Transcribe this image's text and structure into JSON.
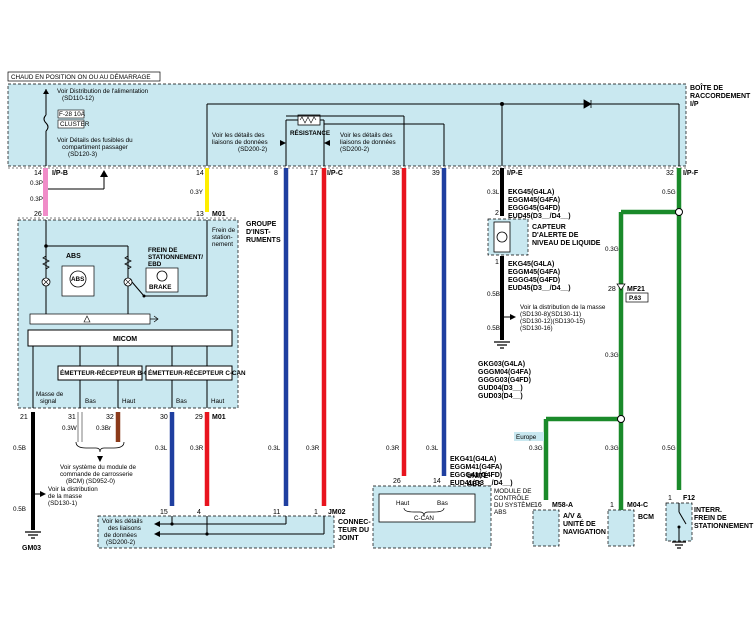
{
  "header": {
    "condition": "CHAUD EN POSITION ON OU AU DÉMARRAGE"
  },
  "junction_box": {
    "title_l1": "BOÎTE DE",
    "title_l2": "RACCORDEMENT",
    "title_l3": "I/P"
  },
  "ref_power": {
    "l1": "Voir Distribution de l'alimentation",
    "l2": "(SD110-12)"
  },
  "fuse": {
    "rating": "F-28 10A",
    "label": "CLUSTER"
  },
  "ref_fuses": {
    "l1": "Voir Détails des fusibles du",
    "l2": "compartiment passager",
    "l3": "(SD120-3)"
  },
  "ref_data_left": {
    "l1": "Voir les détails des",
    "l2": "liaisons de données",
    "l3": "(SD200-2)"
  },
  "ref_data_right": {
    "l1": "Voir les détails des",
    "l2": "liaisons de données",
    "l3": "(SD200-2)"
  },
  "resistance_label": "RÉSISTANCE",
  "connectors": {
    "ipb": "I/P-B",
    "ipe": "I/P-E",
    "ipf": "I/P-F",
    "ipc": "I/P-C",
    "m01": "M01",
    "m01b": "M01",
    "m02": "JM02",
    "mf21": "MF21",
    "p63": "P.63",
    "m58a": "M58-A",
    "m04c": "M04-C",
    "f12": "F12",
    "gm03": "GM03"
  },
  "pins": {
    "p14a": "14",
    "p14b": "14",
    "p8": "8",
    "p17": "17",
    "p38": "38",
    "p39": "39",
    "p20": "20",
    "p32a": "32",
    "p26": "26",
    "p13": "13",
    "p2": "2",
    "p1": "1",
    "p28": "28",
    "p21": "21",
    "p31": "31",
    "p32b": "32",
    "p30": "30",
    "p29": "29",
    "p15": "15",
    "p4": "4",
    "p11": "11",
    "p1b": "1",
    "p26b": "26",
    "p14c": "14",
    "p16": "16",
    "p1c": "1",
    "p1d": "1"
  },
  "wires": {
    "w03p_a": "0.3P",
    "w03p_b": "0.3P",
    "w03y": "0.3Y",
    "w03l_a": "0.3L",
    "w05b_a": "0.5B",
    "w05g_a": "0.5G",
    "w03g_a": "0.3G",
    "w03g_b": "0.3G",
    "w03g_c": "0.3G",
    "w03g_d": "0.3G",
    "w05b_b": "0.5B",
    "w05b_c": "0.5B",
    "w05b_d": "0.5B",
    "w03w": "0.3W",
    "w03br": "0.3Br",
    "w03l_b": "0.3L",
    "w03r_a": "0.3R",
    "w03l_c": "0.3L",
    "w03r_b": "0.3R",
    "w03r_c": "0.3R",
    "w03l_d": "0.3L",
    "w05g_b": "0.5G"
  },
  "cluster": {
    "title_l1": "GROUPE",
    "title_l2": "D'INST-",
    "title_l3": "RUMENTS",
    "frein_l1": "Frein de",
    "frein_l2": "station-",
    "frein_l3": "nement",
    "abs": "ABS",
    "abs_icon": "ABS",
    "ebd_l1": "FREIN DE",
    "ebd_l2": "STATIONNEMENT/",
    "ebd_l3": "EBD",
    "brake": "BRAKE",
    "micom": "MICOM",
    "bcan": "ÉMETTEUR-RÉCEPTEUR B-CAN",
    "ccan": "ÉMETTEUR-RÉCEPTEUR C-CAN",
    "masse_l1": "Masse de",
    "masse_l2": "signal",
    "bas_a": "Bas",
    "haut_a": "Haut",
    "bas_b": "Bas",
    "haut_b": "Haut"
  },
  "sensor": {
    "codes_top": [
      "EKG45(G4LA)",
      "EGGM45(G4FA)",
      "EGGG45(G4FD)",
      "EUD45(D3__/D4__)"
    ],
    "title": [
      "CAPTEUR",
      "D'ALERTE DE",
      "NIVEAU DE LIQUIDE"
    ],
    "codes_bot": [
      "EKG45(G4LA)",
      "EGGM45(G4FA)",
      "EGGG45(G4FD)",
      "EUD45(D3__/D4__)"
    ],
    "ground_ref": [
      "Voir la distribution de la masse",
      "(SD130-8)(SD130-11)",
      "(SD130-12)(SD130-15)",
      "(SD130-16)"
    ],
    "ground_codes": [
      "GKG03(G4LA)",
      "GGGM04(G4FA)",
      "GGGG03(G4FD)",
      "GUD04(D3__)",
      "GUD03(D4__)"
    ]
  },
  "bcm_ref": [
    "Voir système du module de",
    "commande de carrosserie",
    "(BCM) (SD952-0)"
  ],
  "ground_ref_left": [
    "Voir la distribution",
    "de la masse",
    "(SD130-1)"
  ],
  "abs_unit": {
    "codes": [
      "EKG41(G4LA)",
      "EGGM41(G4FA)",
      "EGGG41(G4FD)",
      "EUD41(D3__/D4__)"
    ],
    "title_l1": "UNITÉ",
    "title_l2": "ABS",
    "module_l1": "MODULE DE",
    "module_l2": "CONTRÔLE",
    "module_l3": "DU SYSTÈME",
    "module_l4": "ABS",
    "haut": "Haut",
    "bas": "Bas",
    "ccan": "C-CAN"
  },
  "joint_ref": [
    "Voir les détails",
    "des liaisons",
    "de données",
    "(SD200-2)"
  ],
  "joint_title": [
    "CONNEC-",
    "TEUR DU",
    "JOINT"
  ],
  "europe": "Europe",
  "nav": [
    "A/V &",
    "UNITÉ DE",
    "NAVIGATION"
  ],
  "bcm": "BCM",
  "park_switch": [
    "INTERR.",
    "FREIN DE",
    "STATIONNEMENT"
  ]
}
